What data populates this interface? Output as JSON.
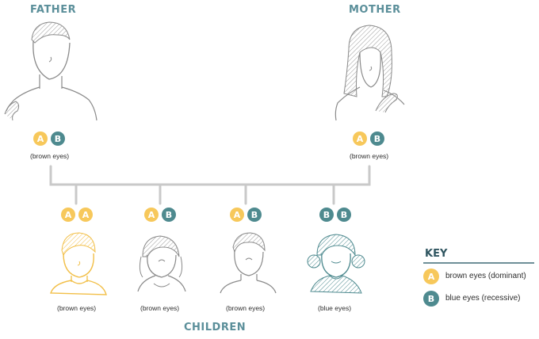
{
  "colors": {
    "dominant": "#f7c85b",
    "recessive": "#4e8a8f",
    "line": "#c7c7c7",
    "title": "#5b8f9a"
  },
  "parents": {
    "father": {
      "title": "FATHER",
      "alleles": [
        "A",
        "B"
      ],
      "caption": "(brown eyes)"
    },
    "mother": {
      "title": "MOTHER",
      "alleles": [
        "A",
        "B"
      ],
      "caption": "(brown eyes)"
    }
  },
  "children": {
    "title": "CHILDREN",
    "items": [
      {
        "alleles": [
          "A",
          "A"
        ],
        "caption": "(brown eyes)",
        "color": "yellow"
      },
      {
        "alleles": [
          "A",
          "B"
        ],
        "caption": "(brown eyes)",
        "color": "gray"
      },
      {
        "alleles": [
          "A",
          "B"
        ],
        "caption": "(brown eyes)",
        "color": "gray"
      },
      {
        "alleles": [
          "B",
          "B"
        ],
        "caption": "(blue eyes)",
        "color": "teal"
      }
    ]
  },
  "key": {
    "title": "KEY",
    "items": [
      {
        "allele": "A",
        "text": "brown eyes (dominant)"
      },
      {
        "allele": "B",
        "text": "blue eyes (recessive)"
      }
    ]
  }
}
